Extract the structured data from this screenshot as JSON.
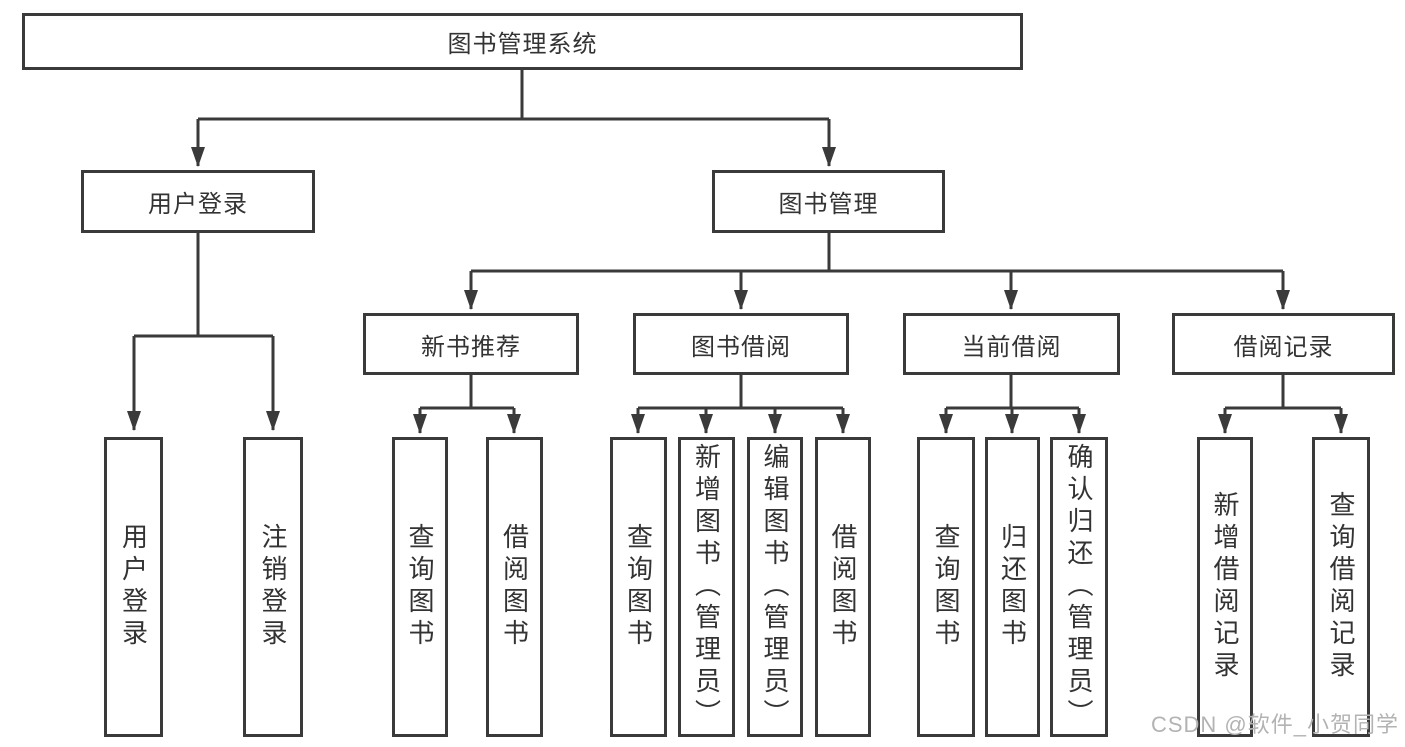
{
  "tree": {
    "root": "图书管理系统",
    "branches": [
      {
        "label": "用户登录",
        "children": [
          "用户登录",
          "注销登录"
        ]
      },
      {
        "label": "图书管理",
        "groups": [
          {
            "label": "新书推荐",
            "children": [
              "查询图书",
              "借阅图书"
            ]
          },
          {
            "label": "图书借阅",
            "children": [
              "查询图书",
              "新增图书（管理员）",
              "编辑图书（管理员）",
              "借阅图书"
            ]
          },
          {
            "label": "当前借阅",
            "children": [
              "查询图书",
              "归还图书",
              "确认归还（管理员）"
            ]
          },
          {
            "label": "借阅记录",
            "children": [
              "新增借阅记录",
              "查询借阅记录"
            ]
          }
        ]
      }
    ]
  },
  "watermark": {
    "text": "CSDN @软件_小贺同学"
  },
  "colors": {
    "line": "#3a3a3a",
    "text": "#333333",
    "box_background": "#ffffff",
    "watermark": "#b3b3b3",
    "page_background": "#ffffff"
  }
}
